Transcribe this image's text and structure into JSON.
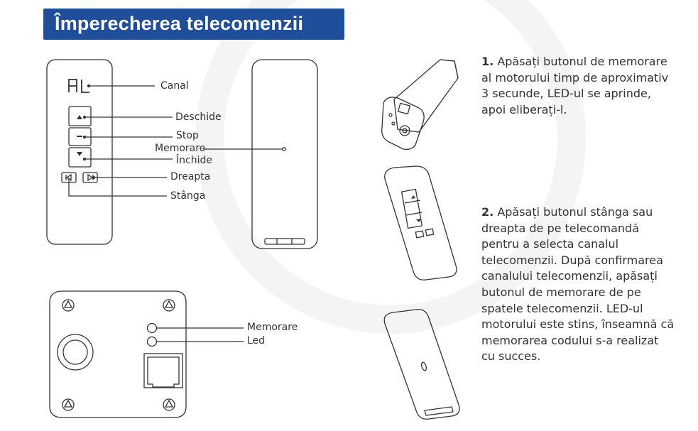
{
  "title": "Împerecherea telecomenzii",
  "display_text": "AL",
  "remote_labels": {
    "canal": "Canal",
    "deschide": "Deschide",
    "stop": "Stop",
    "memorare": "Memorare",
    "inchide": "Închide",
    "dreapta": "Dreapta",
    "stanga": "Stânga"
  },
  "motor_labels": {
    "memorare": "Memorare",
    "led": "Led"
  },
  "steps": [
    {
      "number": "1.",
      "lines": [
        "Apăsați butonul de memorare",
        "al motorului timp de aproximativ",
        "3 secunde, LED-ul se aprinde,",
        "apoi eliberați-l."
      ]
    },
    {
      "number": "2.",
      "lines": [
        "Apăsați butonul stânga sau",
        "dreapta de pe telecomandă",
        "pentru a selecta canalul",
        "telecomenzii. După confirmarea",
        "canalului telecomenzii, apăsați",
        "butonul de memorare de pe",
        "spatele telecomenzii. LED-ul",
        "motorului este stins, înseamnă că",
        "memorarea codului s-a realizat",
        "cu succes."
      ]
    }
  ],
  "colors": {
    "title_bg": "#1f4e9a",
    "title_text": "#ffffff",
    "line_art": "#333333"
  }
}
